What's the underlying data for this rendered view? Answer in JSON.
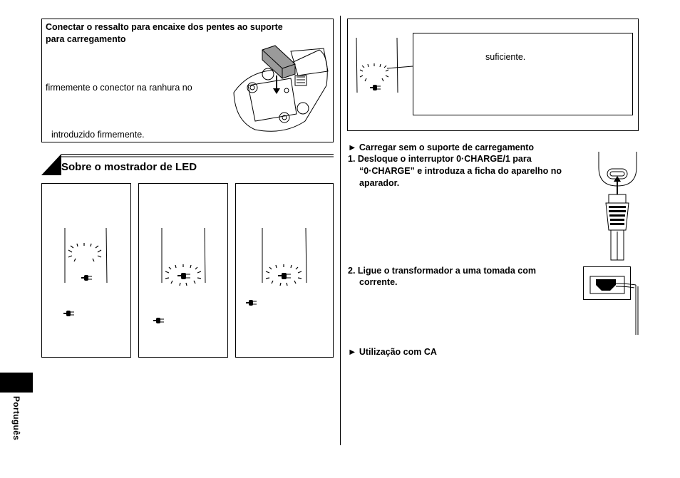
{
  "language_tab": "Português",
  "connect_box": {
    "heading_line1": "Conectar o ressalto para encaixe dos pentes ao suporte",
    "heading_line2": "para carregamento",
    "line_a": "firmemente o conector na ranhura no",
    "line_b": "introduzido firmemente."
  },
  "led_section": {
    "title": "Sobre o mostrador de LED"
  },
  "notice_box": {
    "text": "suficiente."
  },
  "charge_without_stand": {
    "heading": "► Carregar sem o suporte de carregamento",
    "step1_line1": "1. Desloque o interruptor 0·CHARGE/1 para",
    "step1_line2": "“0·CHARGE” e introduza a ficha do aparelho no",
    "step1_line3": "aparador.",
    "step2_line1": "2. Ligue o transformador a uma tomada com",
    "step2_line2": "corrente."
  },
  "ac_use": {
    "heading": "► Utilização com CA"
  },
  "icons": [
    "plug-icon",
    "led-blink-icon",
    "charging-stand-illustration",
    "plug-insert-illustration",
    "wall-outlet-illustration"
  ]
}
